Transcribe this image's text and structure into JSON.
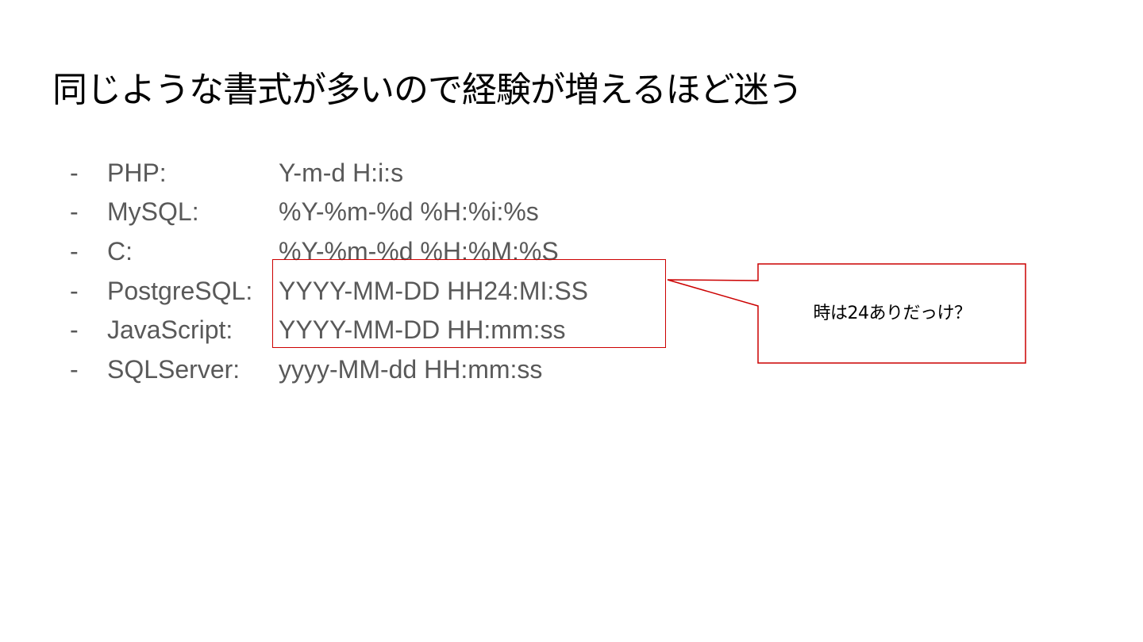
{
  "slide": {
    "title": "同じような書式が多いので経験が増えるほど迷う",
    "items": [
      {
        "bullet": "-",
        "language": "PHP:",
        "format": "Y-m-d H:i:s"
      },
      {
        "bullet": "-",
        "language": "MySQL:",
        "format": "%Y-%m-%d %H:%i:%s"
      },
      {
        "bullet": "-",
        "language": "C:",
        "format": "%Y-%m-%d %H:%M:%S"
      },
      {
        "bullet": "-",
        "language": "PostgreSQL:",
        "format": "YYYY-MM-DD HH24:MI:SS"
      },
      {
        "bullet": "-",
        "language": "JavaScript:",
        "format": "YYYY-MM-DD HH:mm:ss"
      },
      {
        "bullet": "-",
        "language": "SQLServer:",
        "format": "yyyy-MM-dd HH:mm:ss"
      }
    ],
    "callout": {
      "text": "時は24ありだっけ？"
    }
  },
  "colors": {
    "text_primary": "#000000",
    "text_list": "#595959",
    "annotation": "#cc0000",
    "background": "#ffffff"
  }
}
